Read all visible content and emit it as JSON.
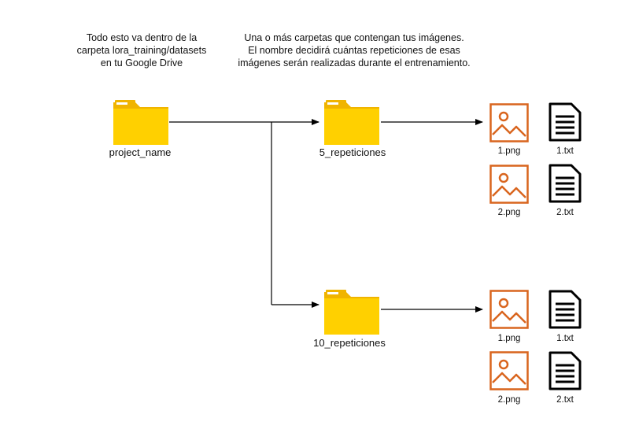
{
  "notes": {
    "left": "Todo esto va dentro de la\ncarpeta lora_training/datasets\nen tu Google Drive",
    "right": "Una o más carpetas que contengan tus imágenes.\nEl nombre decidirá cuántas repeticiones de esas\nimágenes serán realizadas durante el entrenamiento."
  },
  "folders": {
    "root": "project_name",
    "sub1": "5_repeticiones",
    "sub2": "10_repeticiones"
  },
  "files": {
    "g1": [
      {
        "image": "1.png",
        "text": "1.txt"
      },
      {
        "image": "2.png",
        "text": "2.txt"
      }
    ],
    "g2": [
      {
        "image": "1.png",
        "text": "1.txt"
      },
      {
        "image": "2.png",
        "text": "2.txt"
      }
    ]
  },
  "colors": {
    "folder_body": "#FFD000",
    "folder_back": "#F0B400",
    "image_icon": "#D9651E",
    "text_icon": "#000000",
    "wire": "#000000"
  }
}
